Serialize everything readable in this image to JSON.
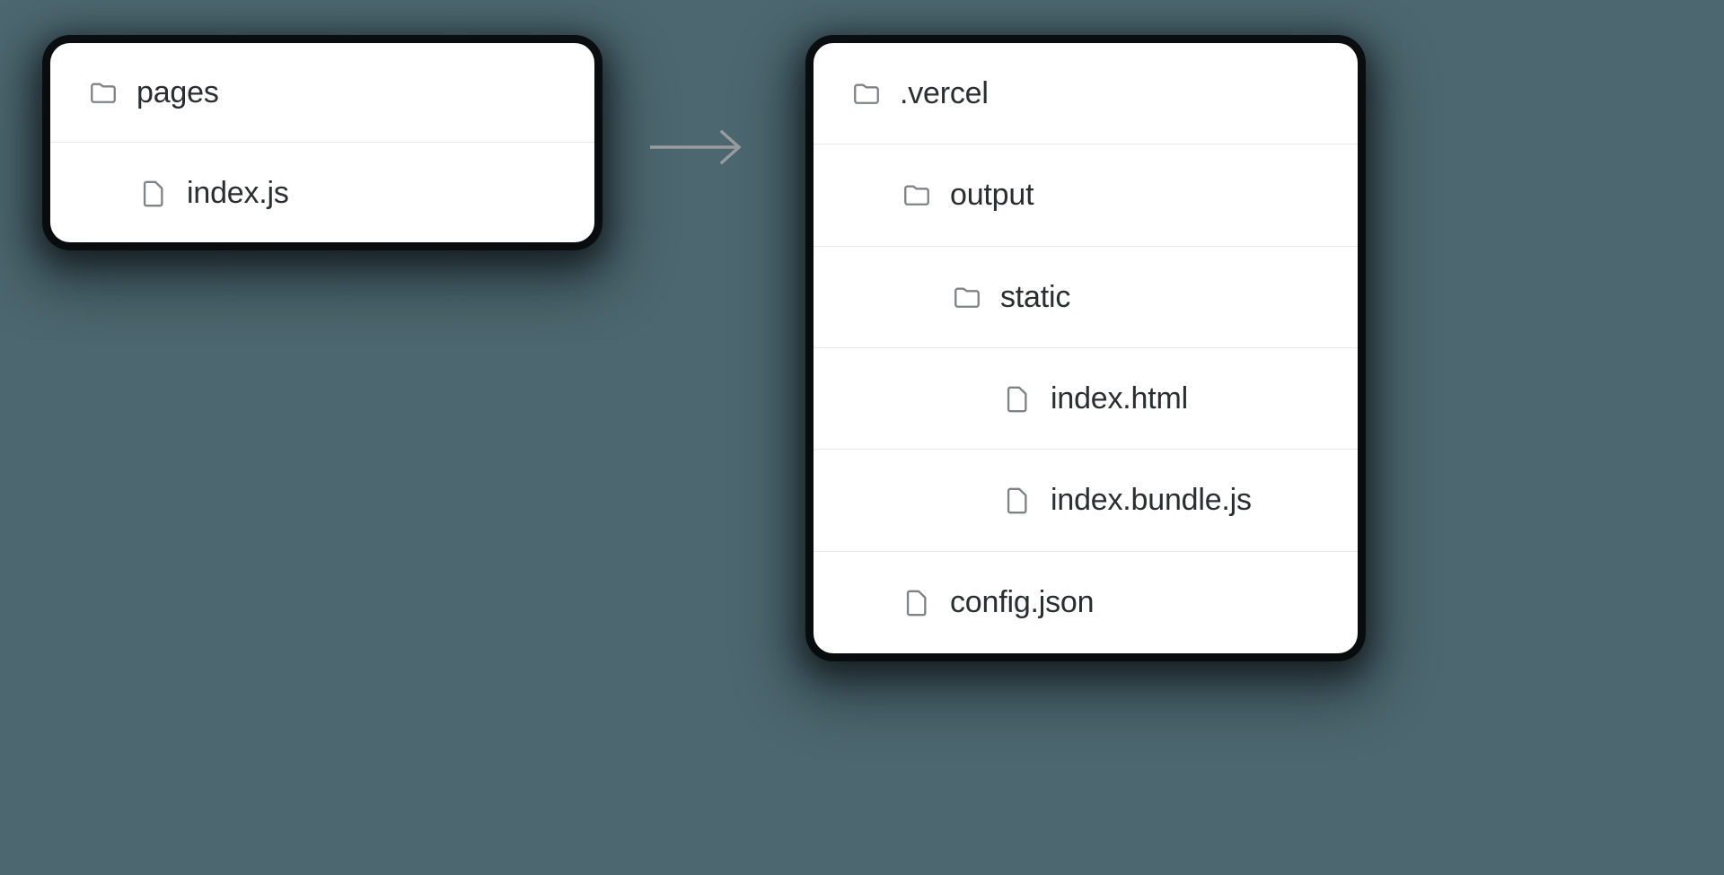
{
  "canvas": {
    "background_color": "#4c6770",
    "text_color": "#2b2d2e",
    "icon_stroke_color": "#808285",
    "divider_color": "#e9e9ea",
    "card_background": "#ffffff",
    "arrow_color": "#9a9c9d"
  },
  "source_tree": {
    "name": "source-file-tree",
    "rows": [
      {
        "label": "pages",
        "icon": "folder-icon",
        "type": "folder",
        "indent": 0
      },
      {
        "label": "index.js",
        "icon": "file-icon",
        "type": "file",
        "indent": 1
      }
    ]
  },
  "arrow": {
    "name": "transform-arrow",
    "icon": "arrow-right-icon",
    "direction": "right"
  },
  "output_tree": {
    "name": "build-output-file-tree",
    "rows": [
      {
        "label": ".vercel",
        "icon": "folder-icon",
        "type": "folder",
        "indent": 0
      },
      {
        "label": "output",
        "icon": "folder-icon",
        "type": "folder",
        "indent": 1
      },
      {
        "label": "static",
        "icon": "folder-icon",
        "type": "folder",
        "indent": 2
      },
      {
        "label": "index.html",
        "icon": "file-icon",
        "type": "file",
        "indent": 3
      },
      {
        "label": "index.bundle.js",
        "icon": "file-icon",
        "type": "file",
        "indent": 3
      },
      {
        "label": "config.json",
        "icon": "file-icon",
        "type": "file",
        "indent": 1
      }
    ]
  }
}
